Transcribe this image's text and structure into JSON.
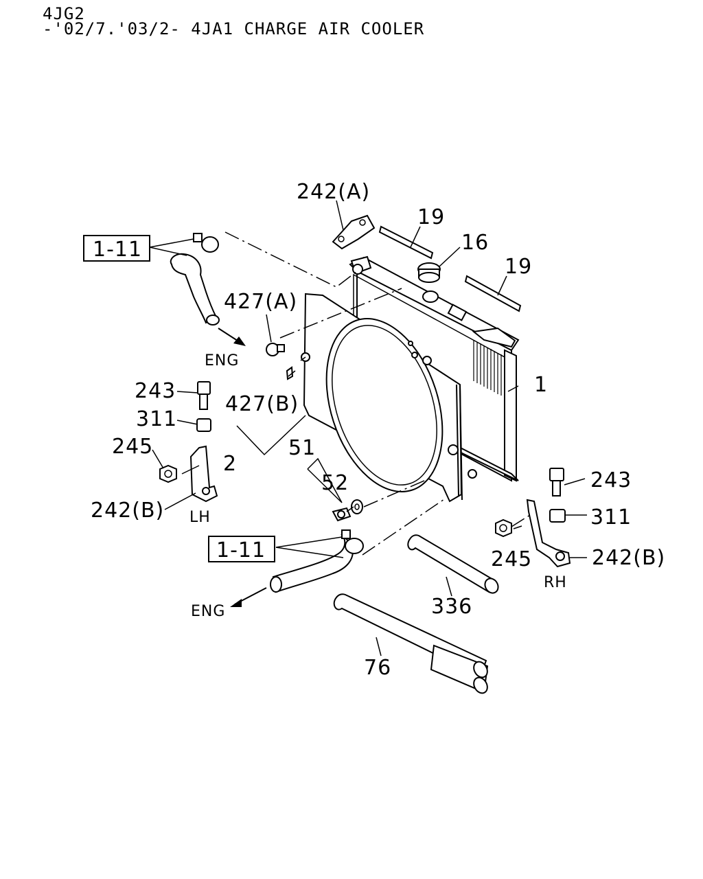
{
  "header": {
    "model_code": "4JG2",
    "description": "-'02/7.'03/2- 4JA1 CHARGE AIR COOLER"
  },
  "callouts": {
    "p242a": "242(A)",
    "p19_top": "19",
    "p16": "16",
    "p19_right": "19",
    "p1_11_top": "1-11",
    "p427a": "427(A)",
    "eng_top": "ENG",
    "p1": "1",
    "p243_lh": "243",
    "p427b": "427(B)",
    "p311_lh": "311",
    "p245_lh": "245",
    "p2": "2",
    "p51": "51",
    "p52": "52",
    "p242b_lh": "242(B)",
    "lh": "LH",
    "p243_rh": "243",
    "p311_rh": "311",
    "p1_11_bottom": "1-11",
    "p245_rh": "245",
    "p242b_rh": "242(B)",
    "rh": "RH",
    "eng_bottom": "ENG",
    "p336": "336",
    "p76": "76"
  }
}
